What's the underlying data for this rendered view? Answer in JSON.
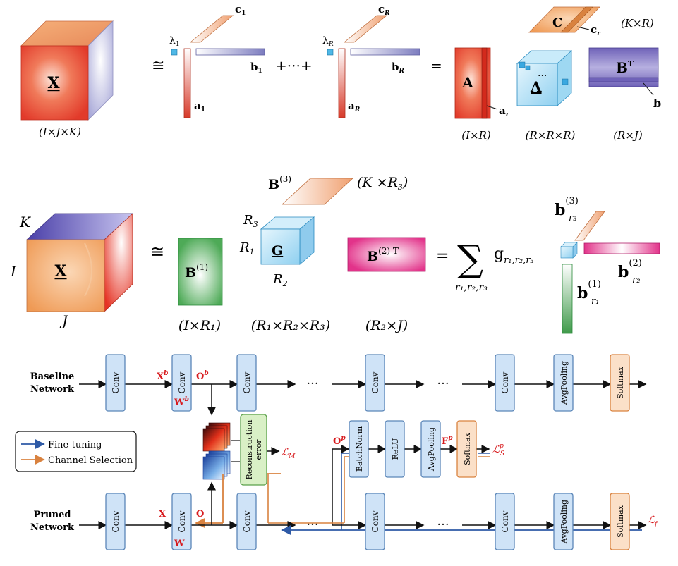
{
  "cp": {
    "X": "X",
    "dims_X": "(I×J×K)",
    "approx": "≅",
    "lambda1": "λ",
    "lambda1_sub": "1",
    "lambdaR": "λ",
    "lambdaR_sub": "R",
    "c1": "c",
    "c1_sub": "1",
    "cR": "c",
    "cR_sub": "R",
    "b1": "b",
    "b1_sub": "1",
    "bR": "b",
    "bR_sub": "R",
    "a1": "a",
    "a1_sub": "1",
    "aR": "a",
    "aR_sub": "R",
    "plus_dots": "+···+",
    "equals": "=",
    "A": "A",
    "ar": "a",
    "ar_sub": "r",
    "Lambda": "Λ",
    "C": "C",
    "cr": "c",
    "cr_sub": "r",
    "BT": "B",
    "BT_sup": "T",
    "br": "b",
    "dims_C": "(K×R)",
    "dims_A": "(I×R)",
    "dims_L": "(R×R×R)",
    "dims_B": "(R×J)",
    "dots": "..."
  },
  "tucker": {
    "X": "X",
    "K": "K",
    "I": "I",
    "J": "J",
    "approx": "≅",
    "B1": "B",
    "B1_sup": "(1)",
    "B3": "B",
    "B3_sup": "(3)",
    "dims_B3": "(K ×R",
    "dims_B3_sub": "3",
    "dims_B3_end": ")",
    "R1": "R",
    "R1_sub": "1",
    "R2": "R",
    "R2_sub": "2",
    "R3": "R",
    "R3_sub": "3",
    "G": "G",
    "B2T": "B",
    "B2T_sup": "(2) T",
    "equals": "=",
    "sum": "∑",
    "g": "g",
    "g_sub": "r",
    "g_sub_tail": "1",
    "sum_sub": "r₁,r₂,r₃",
    "g_sub_full": "r₁,r₂,r₃",
    "br1": "b",
    "br1_sup": "(1)",
    "br1_sub": "r₁",
    "br2": "b",
    "br2_sup": "(2)",
    "br2_sub": "r₂",
    "br3": "b",
    "br3_sup": "(3)",
    "br3_sub": "r₃",
    "dims_B1": "(I×R₁)",
    "dims_G": "(R₁×R₂×R₃)",
    "dims_B2": "(R₂×J)"
  },
  "network": {
    "baseline_label_1": "Baseline",
    "baseline_label_2": "Network",
    "pruned_label_1": "Pruned",
    "pruned_label_2": "Network",
    "conv": "Conv",
    "avgpool": "AvgPooling",
    "softmax": "Softmax",
    "batchnorm": "BatchNorm",
    "relu": "ReLU",
    "recon_1": "Reconstruction",
    "recon_2": "error",
    "dots": "···",
    "Xb": "X",
    "Xb_sup": "b",
    "Wb": "W",
    "Wb_sup": "b",
    "Ob": "O",
    "Ob_sup": "b",
    "X": "X",
    "W": "W",
    "O": "O",
    "Op": "O",
    "Op_sup": "p",
    "Fp": "F",
    "Fp_sup": "p",
    "LM": "ℒ",
    "LM_sub": "M",
    "LS": "ℒ",
    "LS_sub": "S",
    "LS_sup": "p",
    "Lf": "ℒ",
    "Lf_sub": "f",
    "legend_finetune": "Fine-tuning",
    "legend_channel": "Channel Selection"
  },
  "colors": {
    "fine_tuning": "#2e5aa6",
    "channel_selection": "#d9823f",
    "conv_fill": "#cfe3f7",
    "softmax_fill": "#fbe0c8",
    "recon_fill": "#d9f0c6",
    "label_red": "#d7191c"
  }
}
